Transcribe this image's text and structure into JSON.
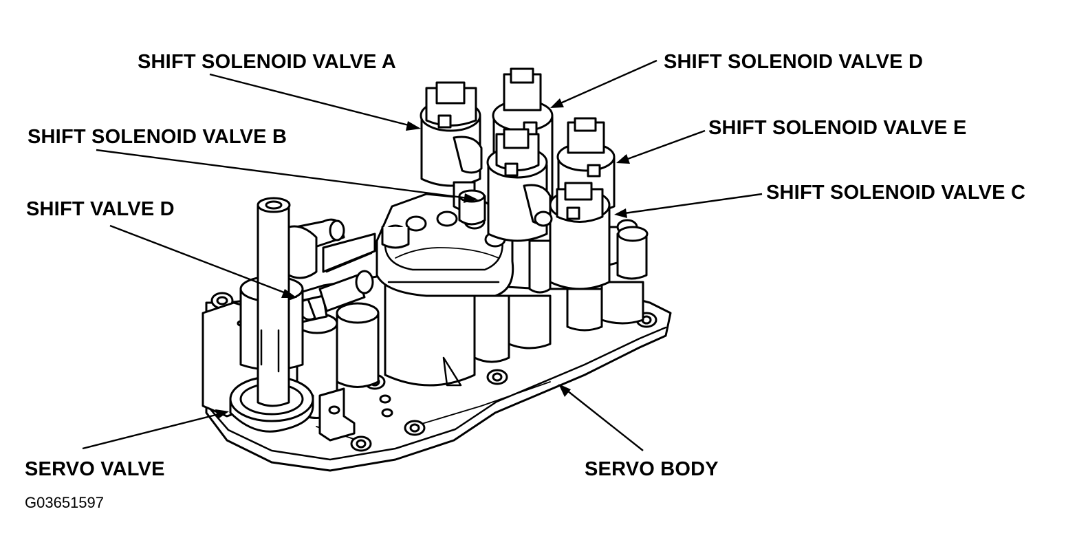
{
  "labels": {
    "shift_solenoid_a": "SHIFT SOLENOID VALVE A",
    "shift_solenoid_b": "SHIFT SOLENOID VALVE B",
    "shift_solenoid_c": "SHIFT SOLENOID VALVE C",
    "shift_solenoid_d": "SHIFT SOLENOID VALVE D",
    "shift_solenoid_e": "SHIFT SOLENOID VALVE E",
    "shift_valve_d": "SHIFT VALVE D",
    "servo_valve": "SERVO VALVE",
    "servo_body": "SERVO BODY"
  },
  "figure_id": "G03651597"
}
